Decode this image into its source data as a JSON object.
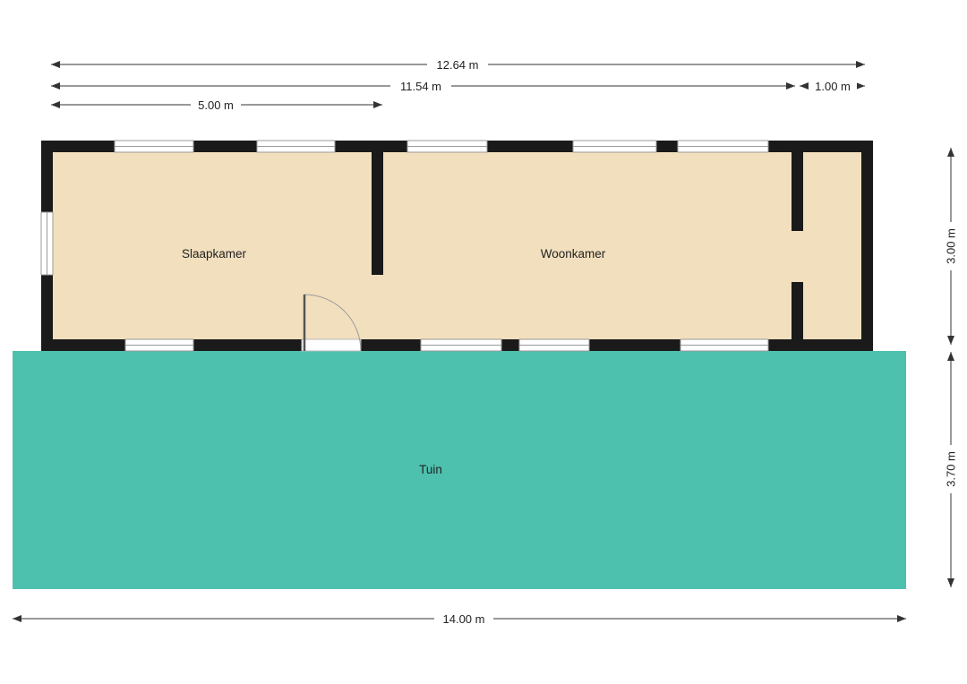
{
  "dimensions": {
    "total_width": "12.64 m",
    "main_width": "11.54 m",
    "right_width": "1.00 m",
    "bedroom_width": "5.00 m",
    "garden_width": "14.00 m",
    "building_depth": "3.00 m",
    "garden_depth": "3.70 m"
  },
  "rooms": {
    "bedroom": "Slaapkamer",
    "living": "Woonkamer",
    "garden": "Tuin"
  },
  "colors": {
    "wall": "#1a1a1a",
    "floor": "#f2dfbd",
    "garden": "#4ec0ae",
    "window_stroke": "#9a9a9a",
    "dim_line": "#333333"
  }
}
